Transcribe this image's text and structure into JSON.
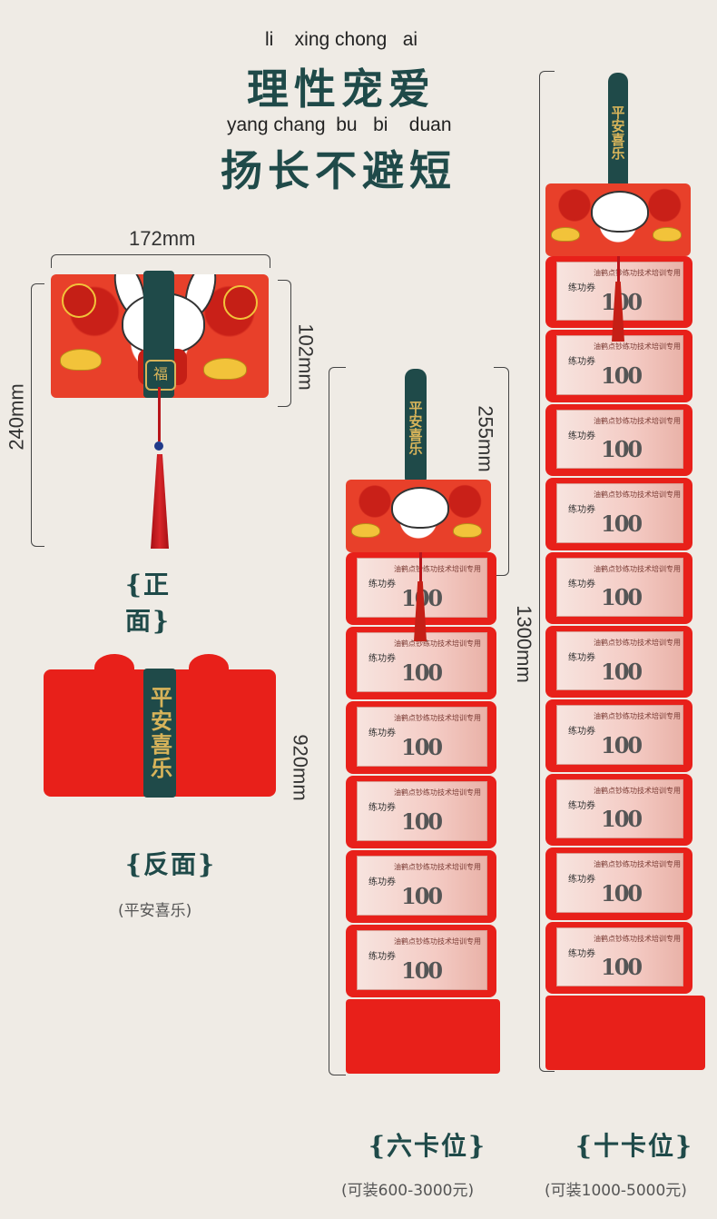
{
  "header": {
    "pinyin_line1": "li    xing chong   ai",
    "title_line1": "理性宠爱",
    "pinyin_line2": "yang chang  bu   bi    duan",
    "title_line2": "扬长不避短"
  },
  "front": {
    "width_label": "172mm",
    "height_label": "102mm",
    "total_label": "240mm",
    "caption": "{正面}",
    "badge": "福",
    "seal": "福"
  },
  "back": {
    "tag_text": "平安喜乐",
    "caption": "{反面}",
    "note": "(平安喜乐)"
  },
  "six": {
    "tag_text": "平安喜乐",
    "head_label": "255mm",
    "total_label": "920mm",
    "caption": "{六卡位}",
    "capacity": "(可装600-3000元)",
    "slots": 6
  },
  "ten": {
    "tag_text": "平安喜乐",
    "total_label": "1300mm",
    "caption": "{十卡位}",
    "capacity": "(可装1000-5000元)",
    "slots": 10
  },
  "note": {
    "label": "练功券",
    "value": "100",
    "header": "油鹤点钞练功技术培训专用"
  },
  "colors": {
    "accent": "#1f4a49",
    "red": "#e8201a",
    "gold": "#d8b45a",
    "background": "#efebe5"
  }
}
